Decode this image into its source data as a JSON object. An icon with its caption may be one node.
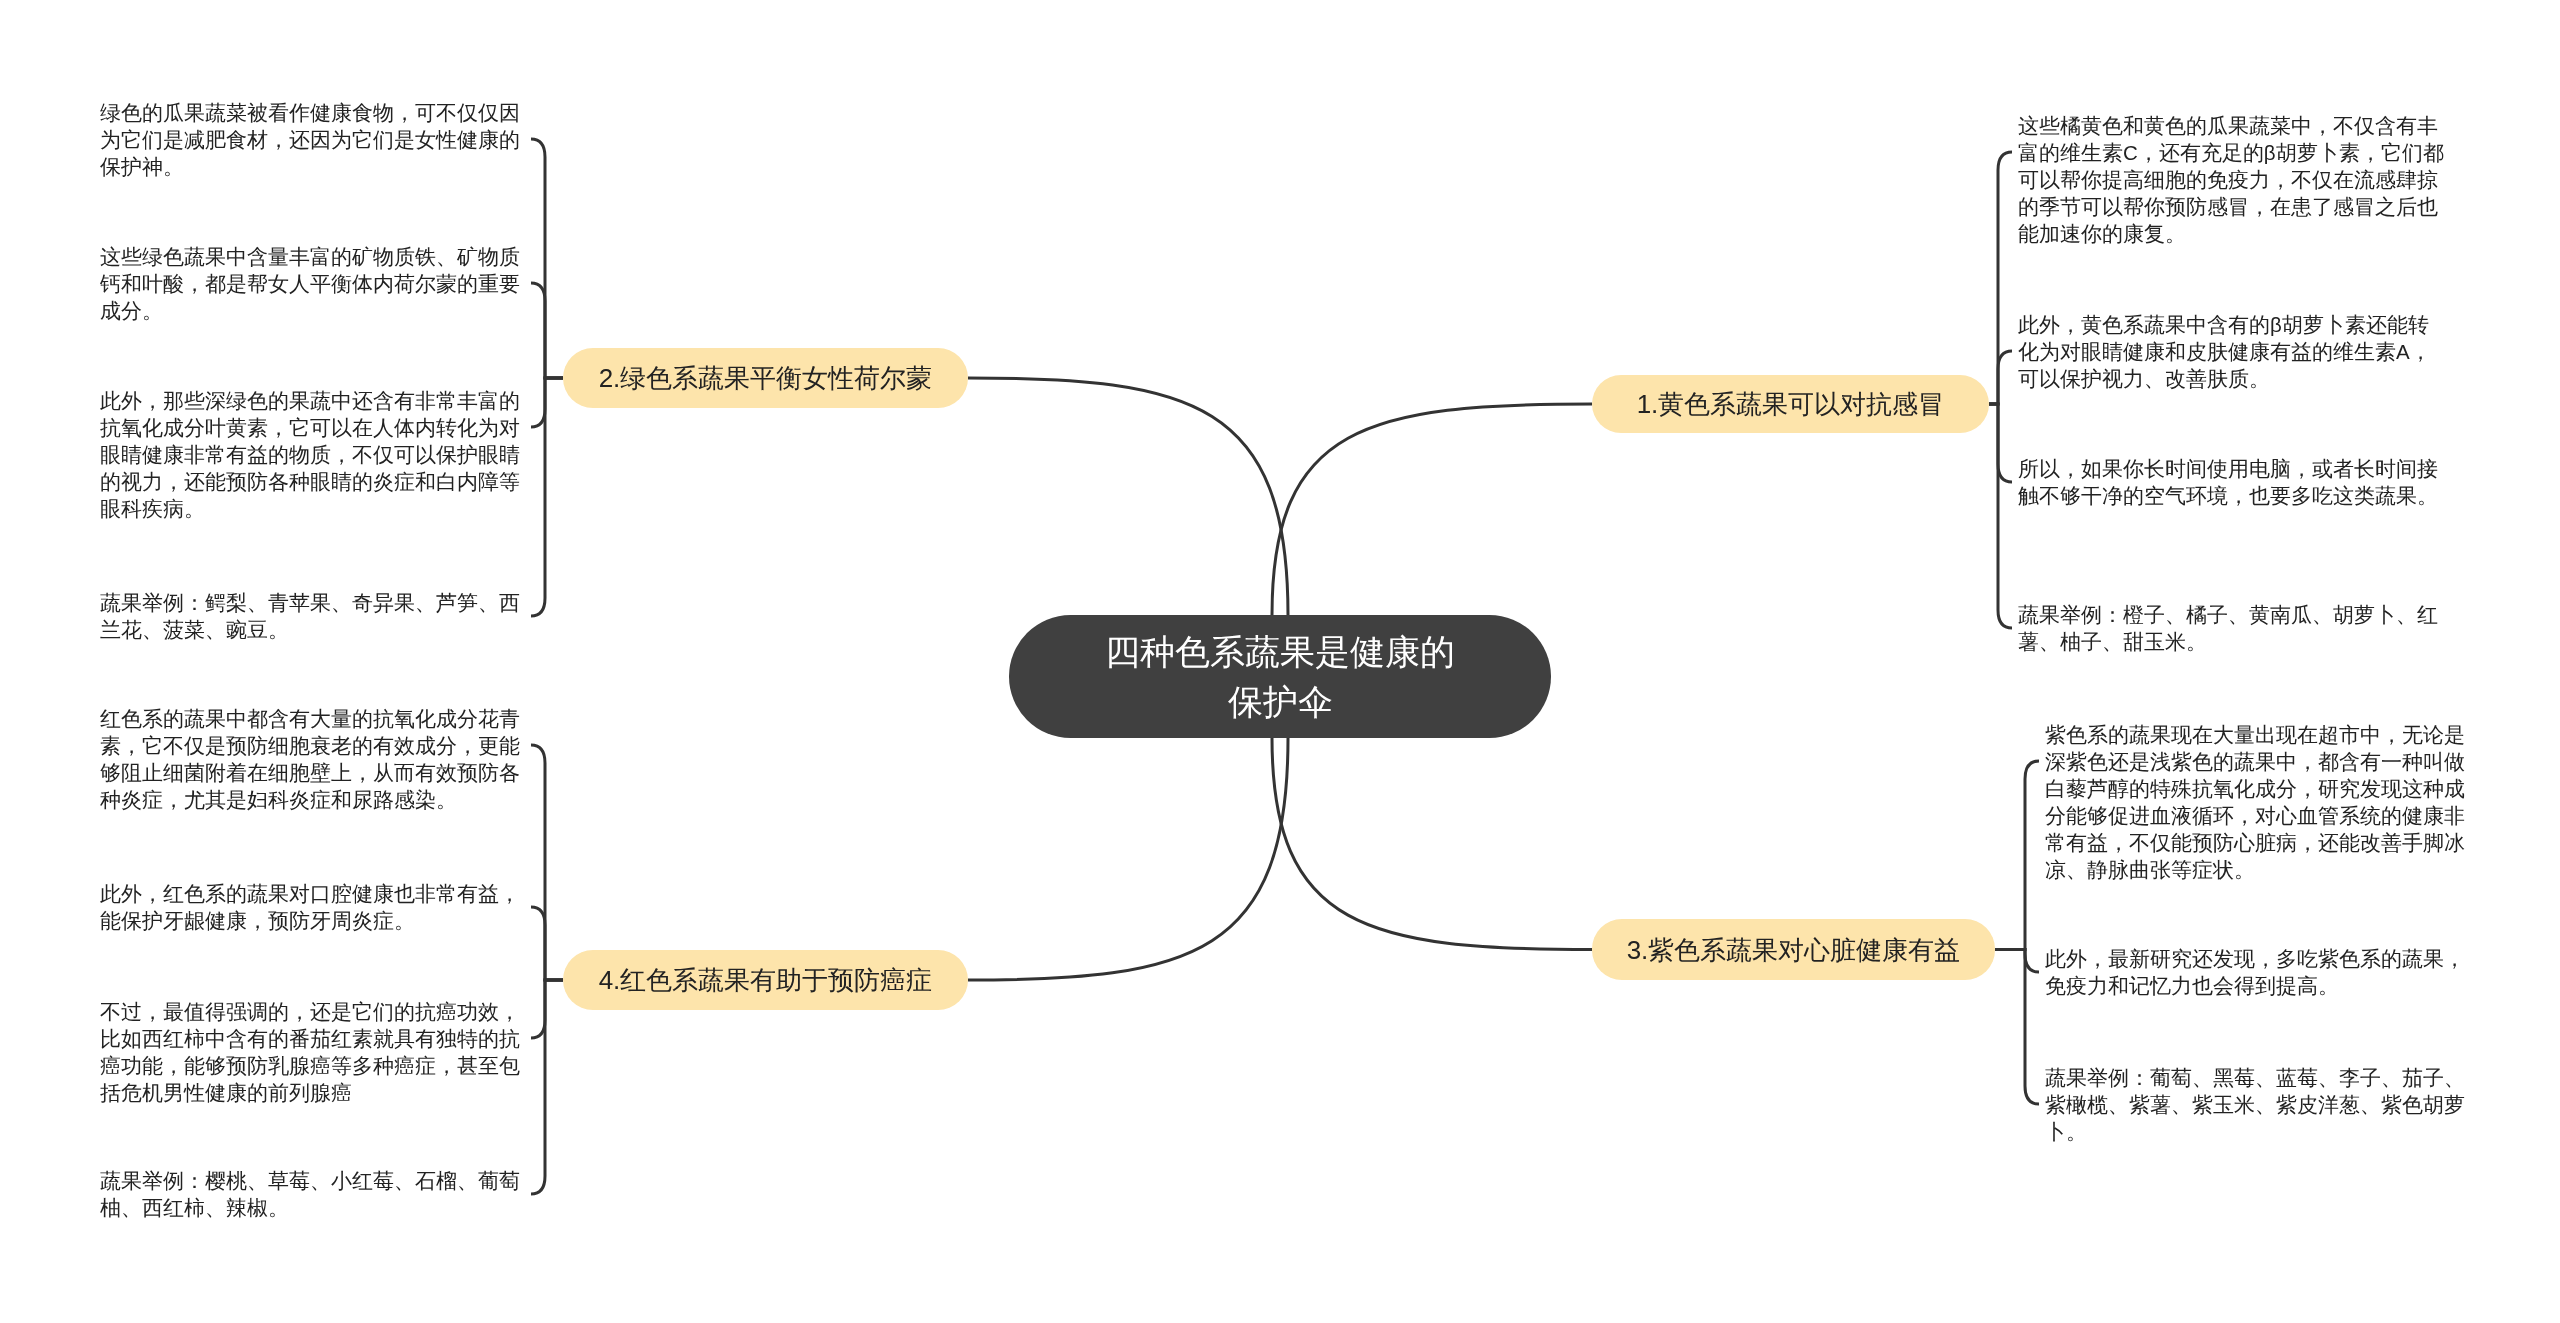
{
  "diagram": {
    "nodes": [
      {
        "text": [
          "四种色系蔬果是健康的保护伞"
        ]
      },
      {
        "text": [
          "1.黄色系蔬果可以对抗感冒"
        ]
      },
      {
        "text": [
          "2.绿色系蔬果平衡女性荷尔蒙"
        ]
      },
      {
        "text": [
          "3.紫色系蔬果对心脏健康有益"
        ]
      },
      {
        "text": [
          "4.红色系蔬果有助于预防癌症"
        ]
      },
      {
        "text": [
          "这些橘黄色和黄色的瓜果蔬菜中，不仅含有丰富的维生素C，还有充足的β胡萝卜素，它们都可以帮你提高细胞的免疫力，不仅在流感肆掠的季节可以帮你预防感冒，在患了感冒之后也能加速你的康复。"
        ]
      },
      {
        "text": [
          "此外，黄色系蔬果中含有的β胡萝卜素还能转化为对眼睛健康和皮肤健康有益的维生素A，可以保护视力、改善肤质。"
        ]
      },
      {
        "text": [
          "所以，如果你长时间使用电脑，或者长时间接触不够干净的空气环境，也要多吃这类蔬果。"
        ]
      },
      {
        "text": [
          "蔬果举例：橙子、橘子、黄南瓜、胡萝卜、红薯、柚子、甜玉米。"
        ]
      },
      {
        "text": [
          "绿色的瓜果蔬菜被看作健康食物，可不仅仅因为它们是减肥食材，还因为它们是女性健康的保护神。"
        ]
      },
      {
        "text": [
          "这些绿色蔬果中含量丰富的矿物质铁、矿物质钙和叶酸，都是帮女人平衡体内荷尔蒙的重要成分。"
        ]
      },
      {
        "text": [
          "此外，那些深绿色的果蔬中还含有非常丰富的抗氧化成分叶黄素，它可以在人体内转化为对眼睛健康非常有益的物质，不仅可以保护眼睛的视力，还能预防各种眼睛的炎症和白内障等眼科疾病。"
        ]
      },
      {
        "text": [
          "蔬果举例：鳄梨、青苹果、奇异果、芦笋、西兰花、菠菜、豌豆。"
        ]
      },
      {
        "text": [
          "紫色系的蔬果现在大量出现在超市中，无论是深紫色还是浅紫色的蔬果中，都含有一种叫做白藜芦醇的特殊抗氧化成分，研究发现这种成分能够促进血液循环，对心血管系统的健康非常有益，不仅能预防心脏病，还能改善手脚冰凉、静脉曲张等症状。"
        ]
      },
      {
        "text": [
          "此外，最新研究还发现，多吃紫色系的蔬果，免疫力和记忆力也会得到提高。"
        ]
      },
      {
        "text": [
          "蔬果举例：葡萄、黑莓、蓝莓、李子、茄子、紫橄榄、紫薯、紫玉米、紫皮洋葱、紫色胡萝卜。"
        ]
      },
      {
        "text": [
          "红色系的蔬果中都含有大量的抗氧化成分花青素，它不仅是预防细胞衰老的有效成分，更能够阻止细菌附着在细胞壁上，从而有效预防各种炎症，尤其是妇科炎症和尿路感染。"
        ]
      },
      {
        "text": [
          "此外，红色系的蔬果对口腔健康也非常有益，能保护牙龈健康，预防牙周炎症。"
        ]
      },
      {
        "text": [
          "不过，最值得强调的，还是它们的抗癌功效，比如西红柿中含有的番茄红素就具有独特的抗癌功能，能够预防乳腺癌等多种癌症，甚至包括危机男性健康的前列腺癌"
        ]
      },
      {
        "text": [
          "蔬果举例：樱桃、草莓、小红莓、石榴、葡萄柚、西红柿、辣椒。"
        ]
      }
    ],
    "edges": [
      {
        "from": 0,
        "to": 1,
        "arrow": "none"
      },
      {
        "from": 0,
        "to": 2,
        "arrow": "none"
      },
      {
        "from": 0,
        "to": 3,
        "arrow": "none"
      },
      {
        "from": 0,
        "to": 4,
        "arrow": "none"
      },
      {
        "from": 1,
        "to": 5,
        "arrow": "none"
      },
      {
        "from": 1,
        "to": 6,
        "arrow": "none"
      },
      {
        "from": 1,
        "to": 7,
        "arrow": "none"
      },
      {
        "from": 1,
        "to": 8,
        "arrow": "none"
      },
      {
        "from": 2,
        "to": 9,
        "arrow": "none"
      },
      {
        "from": 2,
        "to": 10,
        "arrow": "none"
      },
      {
        "from": 2,
        "to": 11,
        "arrow": "none"
      },
      {
        "from": 2,
        "to": 12,
        "arrow": "none"
      },
      {
        "from": 3,
        "to": 13,
        "arrow": "none"
      },
      {
        "from": 3,
        "to": 14,
        "arrow": "none"
      },
      {
        "from": 3,
        "to": 15,
        "arrow": "none"
      },
      {
        "from": 4,
        "to": 16,
        "arrow": "none"
      },
      {
        "from": 4,
        "to": 17,
        "arrow": "none"
      },
      {
        "from": 4,
        "to": 18,
        "arrow": "none"
      },
      {
        "from": 4,
        "to": 19,
        "arrow": "none"
      }
    ]
  }
}
